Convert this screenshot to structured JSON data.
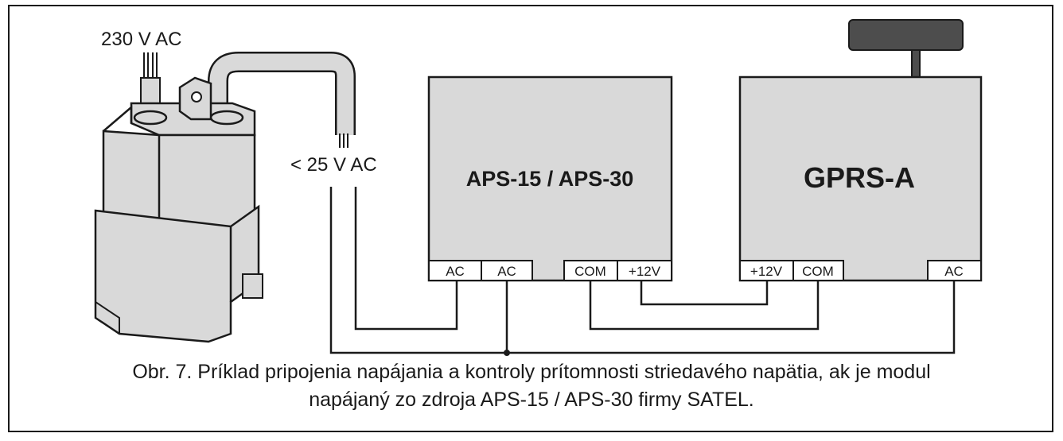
{
  "supply_label": "230 V AC",
  "secondary_label": "< 25 V AC",
  "psu": {
    "title": "APS-15 / APS-30",
    "terminals": [
      "AC",
      "AC",
      "COM",
      "+12V"
    ]
  },
  "module": {
    "title": "GPRS-A",
    "terminals": [
      "+12V",
      "COM",
      "AC"
    ]
  },
  "caption": {
    "line1": "Obr. 7. Príklad pripojenia napájania a kontroly prítomnosti striedavého napätia, ak je modul",
    "line2": "napájaný zo zdroja APS-15 / APS-30 firmy SATEL."
  }
}
